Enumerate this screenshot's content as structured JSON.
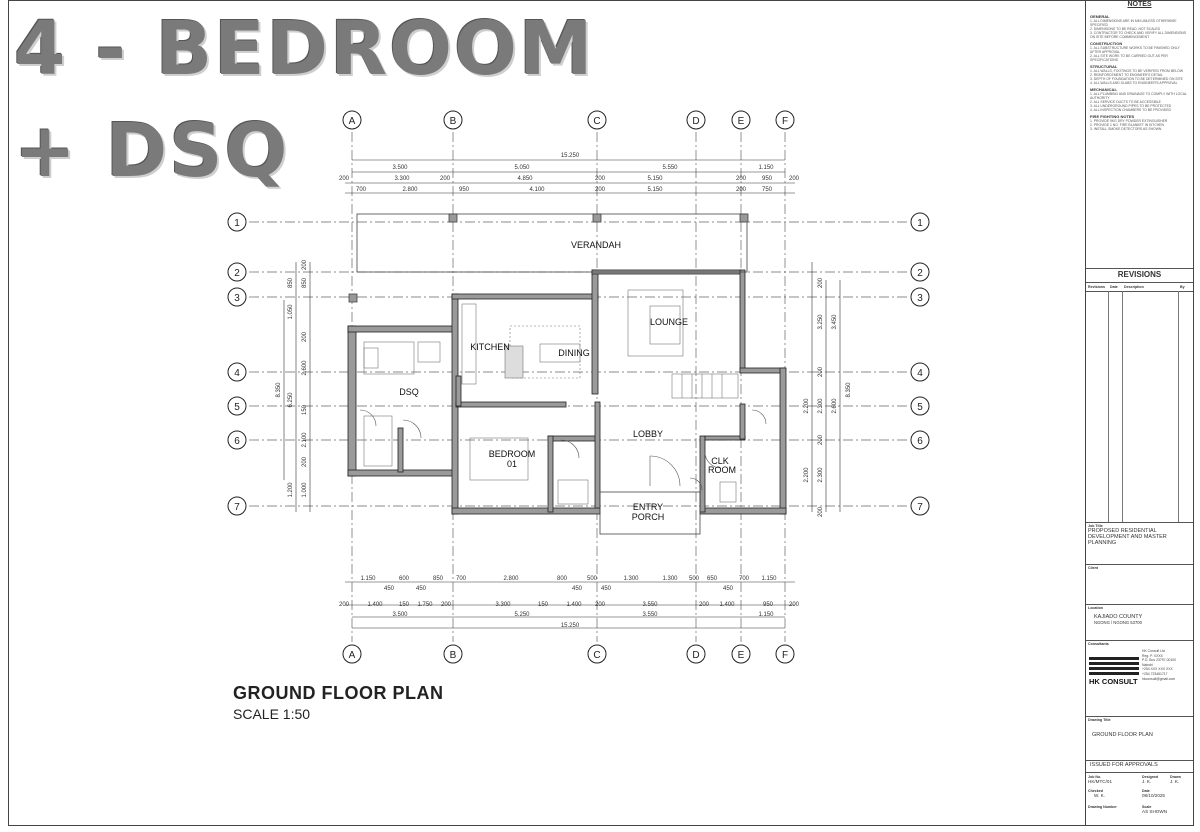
{
  "sheet": {
    "title_line1": "4 - BEDROOM",
    "title_line2": "+ DSQ",
    "plan_title": "GROUND FLOOR PLAN",
    "plan_scale": "SCALE 1:50"
  },
  "grid": {
    "columns": [
      "A",
      "B",
      "C",
      "D",
      "E",
      "F"
    ],
    "rows": [
      "1",
      "2",
      "3",
      "4",
      "5",
      "6",
      "7"
    ]
  },
  "rooms": {
    "verandah": "VERANDAH",
    "lounge": "LOUNGE",
    "kitchen": "KITCHEN",
    "dining": "DINING",
    "dsq": "DSQ",
    "bedroom_l1": "BEDROOM",
    "bedroom_l2": "01",
    "lobby": "LOBBY",
    "clk_l1": "CLK",
    "clk_l2": "ROOM",
    "entry_l1": "ENTRY",
    "entry_l2": "PORCH"
  },
  "dims": {
    "top_total": "15.250",
    "top_row1": [
      "3.500",
      "5.050",
      "5.550",
      "1.150"
    ],
    "top_row2": [
      "200",
      "3.300",
      "200",
      "4.850",
      "200",
      "5.150",
      "200",
      "950",
      "200"
    ],
    "top_row3": [
      "700",
      "2.800",
      "950",
      "4.100",
      "200",
      "5.150",
      "200",
      "750"
    ],
    "bot_row1": [
      "1.150",
      "600",
      "850",
      "700",
      "2.800",
      "800",
      "500",
      "1.300",
      "1.300",
      "500",
      "650",
      "700",
      "1.150"
    ],
    "bot_row1b": [
      "450",
      "450",
      "450",
      "450",
      "450"
    ],
    "bot_row2": [
      "200",
      "1.400",
      "150",
      "1.750",
      "200",
      "3.300",
      "150",
      "1.400",
      "200",
      "3.550",
      "200",
      "1.400",
      "950",
      "200"
    ],
    "bot_row3": [
      "3.500",
      "5.250",
      "3.550",
      "1.150"
    ],
    "bot_total": "15.250",
    "left_a": [
      "850",
      "200",
      "850",
      "1.050",
      "200",
      "2.600",
      "150",
      "2.100",
      "200",
      "1.000",
      "1.200"
    ],
    "left_b": [
      "6.250",
      "8.350"
    ],
    "right_a": [
      "200",
      "3.250",
      "3.450",
      "200",
      "2.600",
      "2.200",
      "2.300",
      "200",
      "2.200",
      "2.300",
      "200"
    ],
    "right_b": [
      "8.350"
    ]
  },
  "title_block": {
    "notes_heading": "NOTES",
    "sections": [
      {
        "head": "GENERAL",
        "lines": [
          "1. ALL DIMENSIONS ARE IN MM UNLESS OTHERWISE SPECIFIED",
          "2. DIMENSIONS TO BE READ, NOT SCALED",
          "3. CONTRACTOR TO CHECK AND VERIFY ALL DIMENSIONS ON SITE BEFORE COMMENCEMENT"
        ]
      },
      {
        "head": "CONSTRUCTION",
        "lines": [
          "1. ALL SUBSTRUCTURE WORKS TO BE FINISHED ONLY AFTER APPROVAL",
          "2. ALL SITE WORK TO BE CARRIED OUT AS PER SPECIFICATIONS"
        ]
      },
      {
        "head": "STRUCTURAL",
        "lines": [
          "1. ALL WALLS, FOOTINGS TO BE VERIFIED FROM BELOW",
          "2. REINFORCEMENT TO ENGINEER'S DETAIL",
          "3. DEPTH OF FOUNDATION TO BE DETERMINED ON SITE",
          "4. ALL WALLS AND SLABS TO ENGINEER'S APPROVAL"
        ]
      },
      {
        "head": "MECHANICAL",
        "lines": [
          "1. ALL PLUMBING AND DRAINAGE TO COMPLY WITH LOCAL AUTHORITY",
          "2. ALL SERVICE DUCTS TO BE ACCESSIBLE",
          "3. ALL UNDERGROUND PIPES TO BE PROTECTED",
          "4. ALL INSPECTION CHAMBERS TO BE PROVIDED"
        ]
      },
      {
        "head": "FIRE FIGHTING NOTES",
        "lines": [
          "1. PROVIDE 9KG DRY POWDER EXTINGUISHER",
          "2. PROVIDE 1 NO. FIRE BLANKET IN KITCHEN",
          "3. INSTALL SMOKE DETECTORS AS SHOWN"
        ]
      }
    ],
    "revisions_heading": "REVISIONS",
    "rev_cols": [
      "Revisions",
      "Date",
      "Description",
      "By"
    ],
    "job_title_label": "Job Title",
    "job_title": "PROPOSED RESIDENTIAL DEVELOPMENT AND MASTER PLANNING",
    "client_label": "Client",
    "location_label": "Location",
    "location": "KAJIADO COUNTY",
    "location_sub": "NGONG / NGONG 53700",
    "consultant_label": "Consultants",
    "consultant": "HK CONSULT",
    "consultant_lines": [
      "HK Consult Ltd",
      "Reg. P. XXXX",
      "P.O. Box 23797-00100",
      "Nairobi",
      "+254 XXX XXX XXX",
      "+254 723461717",
      "hkconsult@gmail.com"
    ],
    "drawing_title_label": "Drawing Title",
    "drawing_title": "GROUND FLOOR PLAN",
    "issued": "ISSUED FOR APPROVALS",
    "job_no_label": "Job No.",
    "job_no": "HK/MTC/01",
    "designed_label": "Designed",
    "designed": "J. K.",
    "drawn_label": "Drawn",
    "drawn": "J. K.",
    "checked_label": "Checked",
    "checked": "W. K.",
    "date_label": "Date",
    "date": "08/10/2025",
    "scale_label": "Scale",
    "scale": "AS SHOWN",
    "number_label": "Drawing Number"
  }
}
